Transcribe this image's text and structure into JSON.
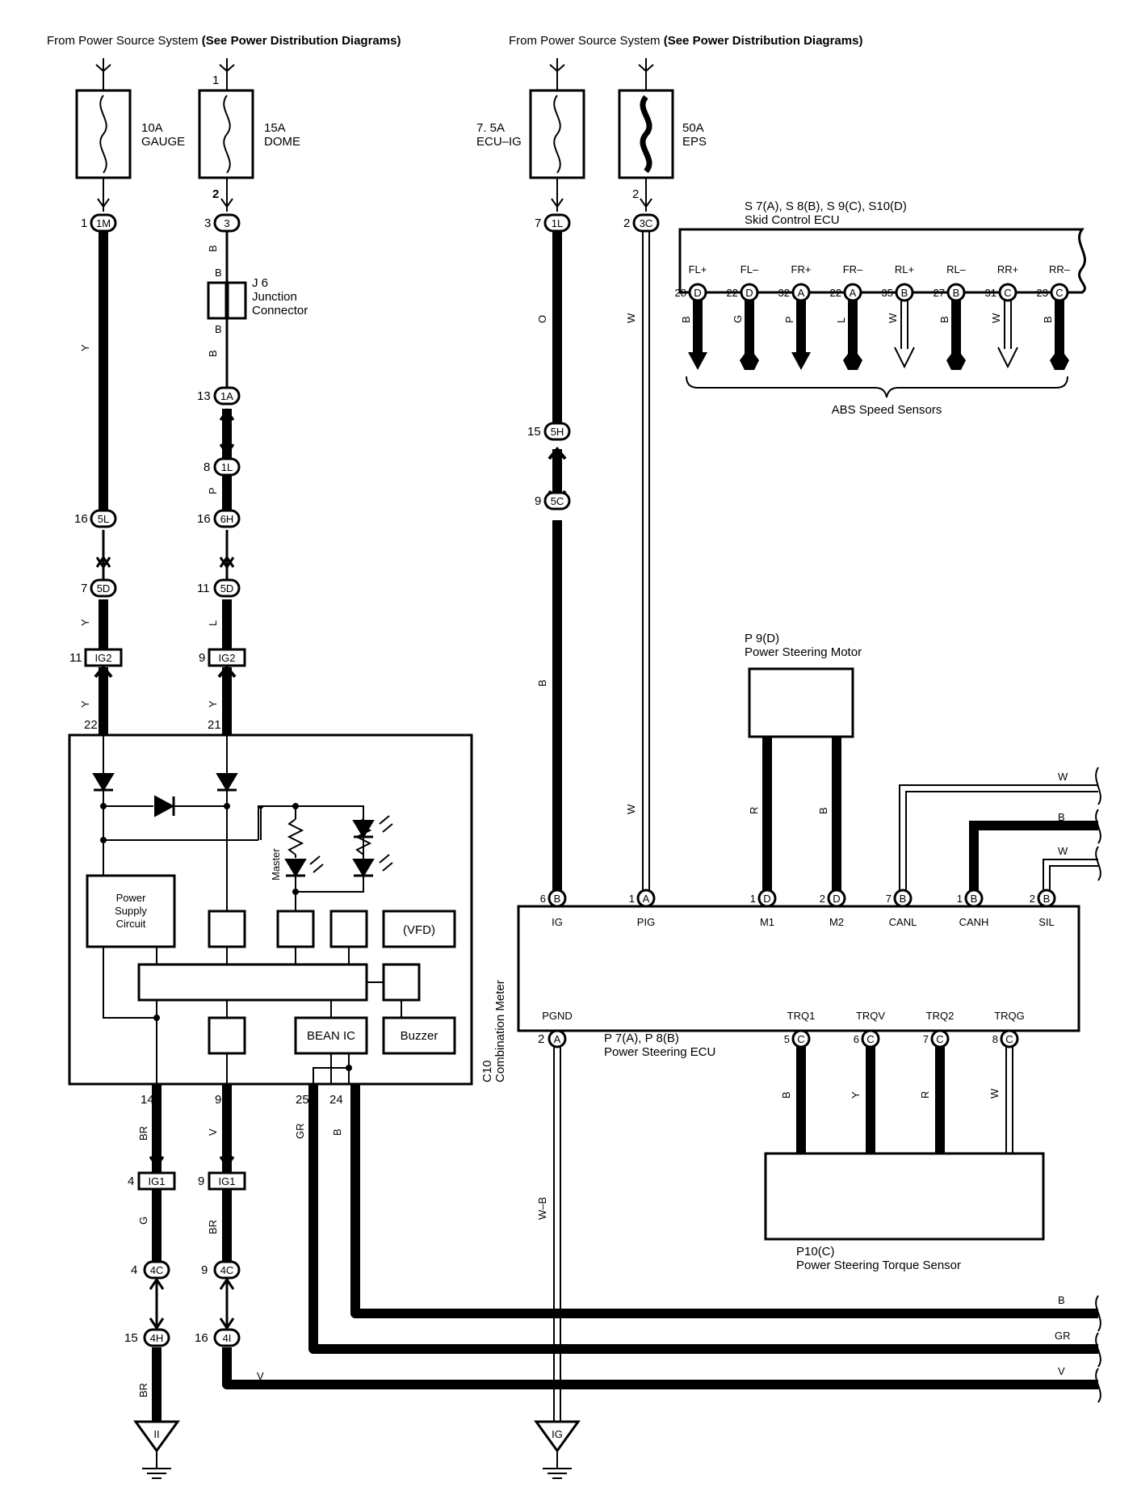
{
  "headers": {
    "left": {
      "a": "From Power Source System ",
      "b": "(See Power Distribution Diagrams)"
    },
    "right": {
      "a": "From Power Source System ",
      "b": "(See Power Distribution Diagrams)"
    }
  },
  "fuses": {
    "gauge": {
      "amp": "10A",
      "name": "GAUGE"
    },
    "dome": {
      "amp": "15A",
      "name": "DOME"
    },
    "ecuig": {
      "amp": "7. 5A",
      "name": "ECU–IG"
    },
    "eps": {
      "amp": "50A",
      "name": "EPS"
    }
  },
  "pins": {
    "dome_top": "1",
    "dome_bot": "2",
    "eps_bot": "2",
    "c1m": "1",
    "c3": "3",
    "c1a": "13",
    "c1l": "8",
    "c5l": "16",
    "c6h": "16",
    "c5d_a": "7",
    "c5d_b": "11",
    "ig2_a": "11",
    "ig2_b": "9",
    "m22": "22",
    "m21": "21",
    "m14": "14",
    "m9": "9",
    "m25": "25",
    "m24": "24",
    "ig1_a": "4",
    "ig1_b": "9",
    "c4c_a": "4",
    "c4c_b": "9",
    "c4h": "15",
    "c4i": "16",
    "r1l": "7",
    "r3c": "2",
    "r5h": "15",
    "r5c": "9",
    "abs": [
      "28",
      "22",
      "32",
      "22",
      "35",
      "27",
      "31",
      "23"
    ],
    "ecu_top": [
      "6",
      "1",
      "1",
      "2",
      "7",
      "1",
      "2"
    ],
    "pgnd": "2",
    "trq": [
      "5",
      "6",
      "7",
      "8"
    ]
  },
  "connectors": {
    "c1m": "1M",
    "c3": "3",
    "c1a": "1A",
    "c1l": "1L",
    "c5l": "5L",
    "c6h": "6H",
    "c5d": "5D",
    "ig2": "IG2",
    "ig1": "IG1",
    "c4c": "4C",
    "c4h": "4H",
    "c4i": "4I",
    "r1l": "1L",
    "r3c": "3C",
    "r5h": "5H",
    "r5c": "5C"
  },
  "wires": {
    "l1_y": "Y",
    "l1_y2": "Y",
    "l1_y3": "Y",
    "l2_b": "B",
    "l2_b2": "B",
    "l2_b3": "B",
    "l2_b4": "B",
    "l2_p": "P",
    "l2_l": "L",
    "l2_y": "Y",
    "m14_br": "BR",
    "m9_v": "V",
    "m25_gr": "GR",
    "m24_b": "B",
    "g": "G",
    "br2": "BR",
    "br3": "BR",
    "r1_o": "O",
    "r1_b": "B",
    "r2_w": "W",
    "r2_w2": "W",
    "m1_b": "R",
    "m2_b": "B",
    "canl_w": "W",
    "canh_b": "B",
    "sil_w": "W",
    "pgnd_wb": "W–B",
    "trq_b": "B",
    "trq_y": "Y",
    "trq_r": "R",
    "trq_w": "W",
    "bus_b": "B",
    "bus_gr": "GR",
    "bus_v": "V",
    "bus_v2": "V"
  },
  "junction": {
    "id": "J 6",
    "l1": "Junction",
    "l2": "Connector"
  },
  "meter": {
    "power_l1": "Power",
    "power_l2": "Supply",
    "power_l3": "Circuit",
    "vfd": "(VFD)",
    "bean": "BEAN IC",
    "buzzer": "Buzzer",
    "master": "Master",
    "id": "C10",
    "name": "Combination Meter"
  },
  "skid": {
    "id": "S 7(A), S 8(B), S 9(C), S10(D)",
    "name": "Skid Control ECU"
  },
  "abs": {
    "terms": [
      "FL+",
      "FL–",
      "FR+",
      "FR–",
      "RL+",
      "RL–",
      "RR+",
      "RR–"
    ],
    "conn": [
      "D",
      "D",
      "A",
      "A",
      "B",
      "B",
      "C",
      "C"
    ],
    "wires": [
      "B",
      "G",
      "P",
      "L",
      "W",
      "B",
      "W",
      "B"
    ],
    "label": "ABS Speed Sensors"
  },
  "motor": {
    "id": "P 9(D)",
    "name": "Power Steering Motor"
  },
  "ecu": {
    "terms_top": [
      "IG",
      "PIG",
      "M1",
      "M2",
      "CANL",
      "CANH",
      "SIL"
    ],
    "conn_top": [
      "B",
      "A",
      "D",
      "D",
      "B",
      "B",
      "B"
    ],
    "terms_bot": [
      "PGND",
      "TRQ1",
      "TRQV",
      "TRQ2",
      "TRQG"
    ],
    "conn_pgnd": "A",
    "conn_trq": [
      "C",
      "C",
      "C",
      "C"
    ],
    "id": "P 7(A), P 8(B)",
    "name": "Power Steering ECU"
  },
  "torque": {
    "id": "P10(C)",
    "name": "Power Steering Torque Sensor"
  },
  "grounds": {
    "left": "II",
    "right": "IG"
  }
}
